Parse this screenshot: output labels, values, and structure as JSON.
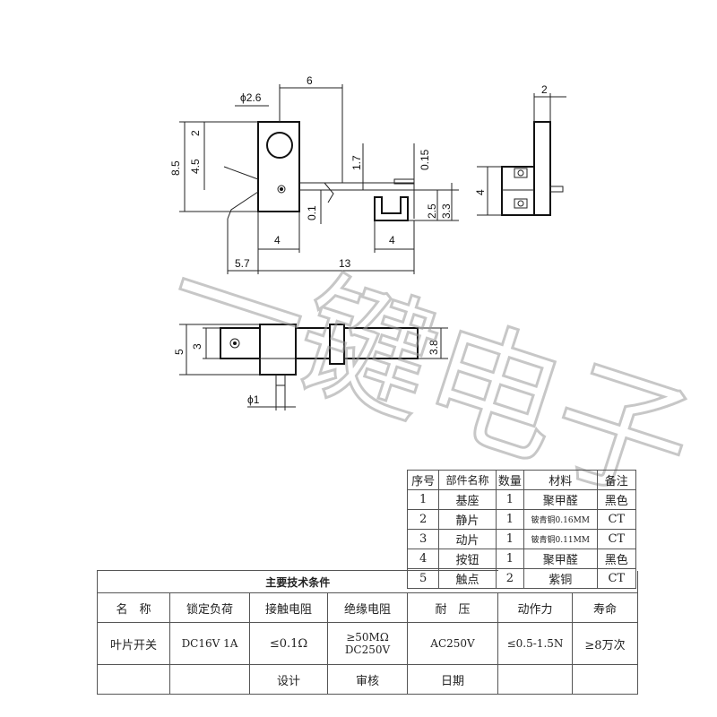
{
  "dimensions": {
    "top_width": "6",
    "hole_diameter": "ϕ2.6",
    "d_2": "2",
    "d_8_5": "8.5",
    "d_4_5": "4.5",
    "d_1_7": "1.7",
    "d_0_15": "0.15",
    "d_0_1": "0.1",
    "d_2_5": "2.5",
    "d_3_3": "3.3",
    "d_4_left": "4",
    "d_4_right": "4",
    "d_5_7": "5.7",
    "d_13": "13",
    "side_2": "2",
    "side_4": "4",
    "bottom_5": "5",
    "bottom_3": "3",
    "bottom_3_8": "3.8",
    "pin_diameter": "ϕ1"
  },
  "watermark": "一键电子",
  "parts_table": {
    "headers": [
      "序号",
      "部件名称",
      "数量",
      "材料",
      "备注"
    ],
    "rows": [
      {
        "no": "1",
        "name": "基座",
        "qty": "1",
        "material": "聚甲醛",
        "note": "黑色"
      },
      {
        "no": "2",
        "name": "静片",
        "qty": "1",
        "material": "铍青铜0.16MM",
        "note": "CT"
      },
      {
        "no": "3",
        "name": "动片",
        "qty": "1",
        "material": "铍青铜0.11MM",
        "note": "CT"
      },
      {
        "no": "4",
        "name": "按钮",
        "qty": "1",
        "material": "聚甲醛",
        "note": "黑色"
      },
      {
        "no": "5",
        "name": "触点",
        "qty": "2",
        "material": "紫铜",
        "note": "CT"
      }
    ]
  },
  "spec_table": {
    "title": "主要技术条件",
    "headers": [
      "名　称",
      "锁定负荷",
      "接触电阻",
      "绝缘电阻",
      "耐　压",
      "动作力",
      "寿命"
    ],
    "values": [
      "叶片开关",
      "DC16V 1A",
      "≤0.1Ω",
      "≥50MΩ DC250V",
      "AC250V",
      "≤0.5-1.5N",
      "≥8万次"
    ],
    "footer": [
      "设计",
      "审核",
      "日期"
    ]
  }
}
